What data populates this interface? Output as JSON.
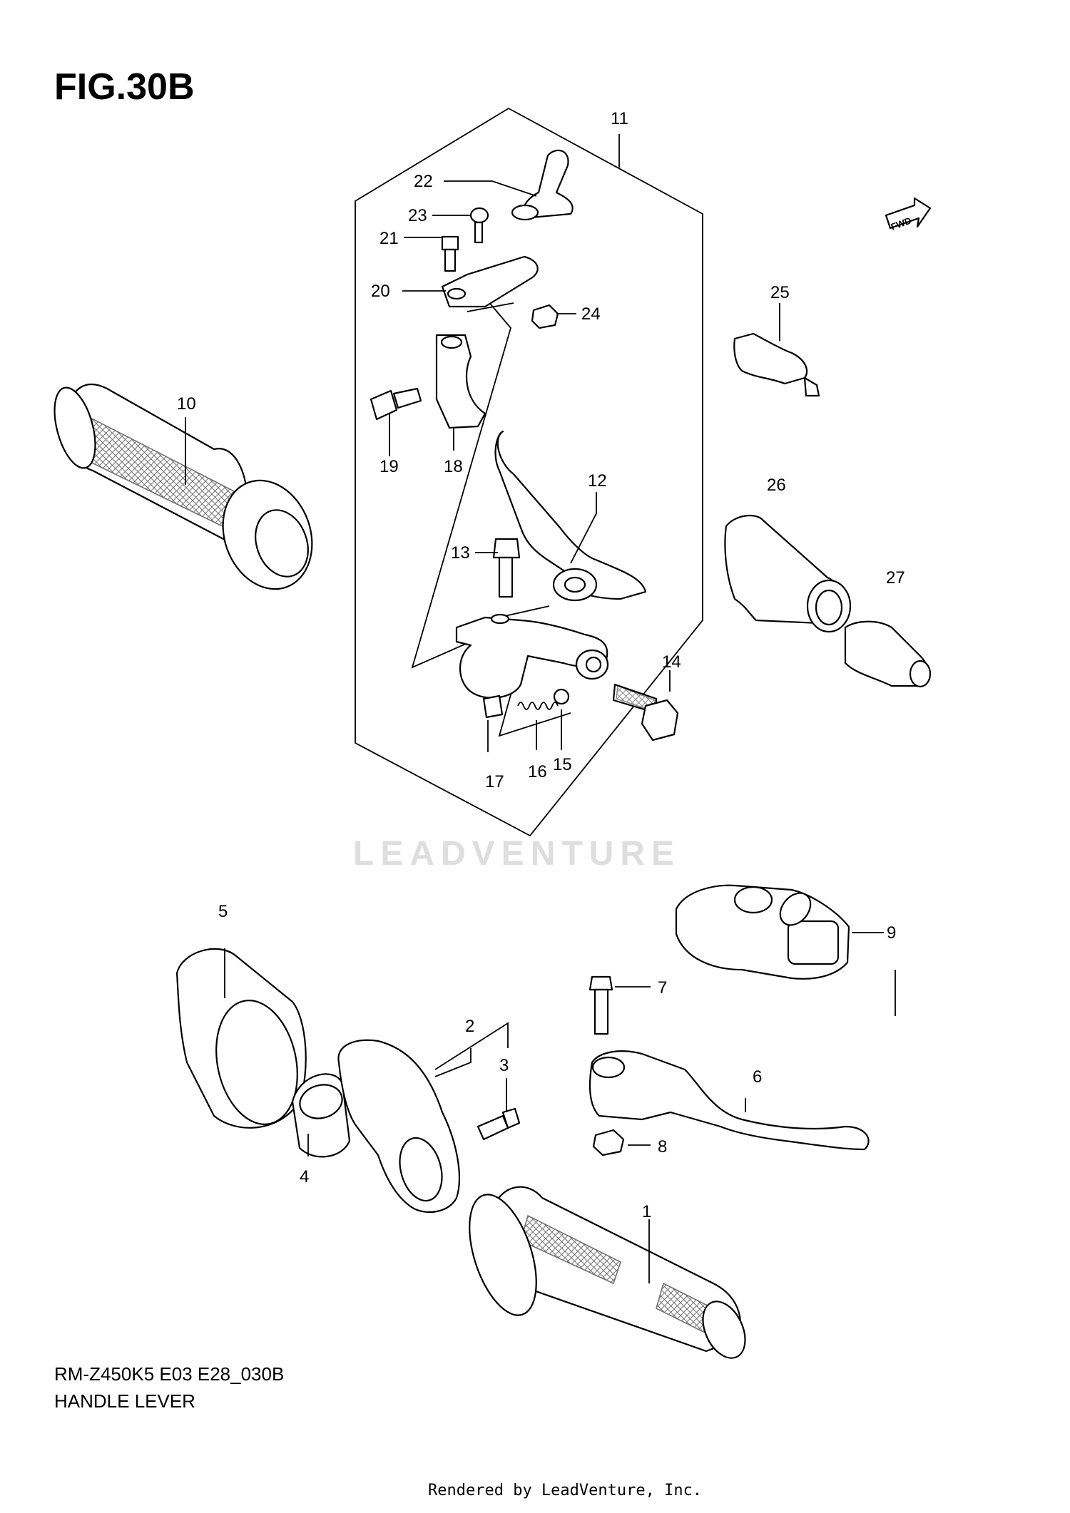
{
  "figure_title": "FIG.30B",
  "model_code": "RM-Z450K5 E03 E28_030B",
  "caption": "HANDLE LEVER",
  "render_note": "Rendered by LeadVenture, Inc.",
  "watermark": "LEADVENTURE",
  "fwd_label": "FWD",
  "callouts": [
    "1",
    "2",
    "3",
    "4",
    "5",
    "6",
    "7",
    "8",
    "9",
    "10",
    "11",
    "12",
    "13",
    "14",
    "15",
    "16",
    "17",
    "18",
    "19",
    "20",
    "21",
    "22",
    "23",
    "24",
    "25",
    "26",
    "27"
  ]
}
